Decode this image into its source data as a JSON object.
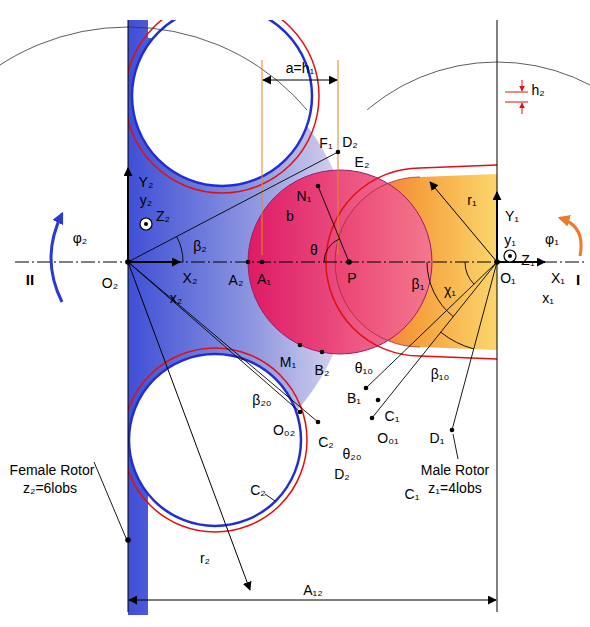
{
  "diagram": {
    "labels": [
      "a=h₁",
      "h₂",
      "Y₂",
      "y₂",
      "Z₂",
      "β₂",
      "A₂",
      "A₁",
      "θ",
      "P",
      "b",
      "D₂",
      "E₂",
      "F₁",
      "N₁",
      "φ₂",
      "II",
      "O₂",
      "X₂",
      "x₂",
      "Female Rotor",
      "z₂=6lobs",
      "β₂₀",
      "M₁",
      "B₂",
      "O₀₂",
      "C₂",
      "θ₂₀",
      "B₁",
      "C₁",
      "θ₁₀",
      "O₀₁",
      "D₂",
      "C₂",
      "β₁",
      "χ₁",
      "β₁₀",
      "D₁",
      "Male Rotor",
      "z₁=4lobs",
      "C₁",
      "r₁",
      "r₂",
      "Y₁",
      "y₁",
      "Z₁",
      "φ₁",
      "I",
      "X₁",
      "x₁",
      "O₁",
      "A₁₂"
    ]
  }
}
